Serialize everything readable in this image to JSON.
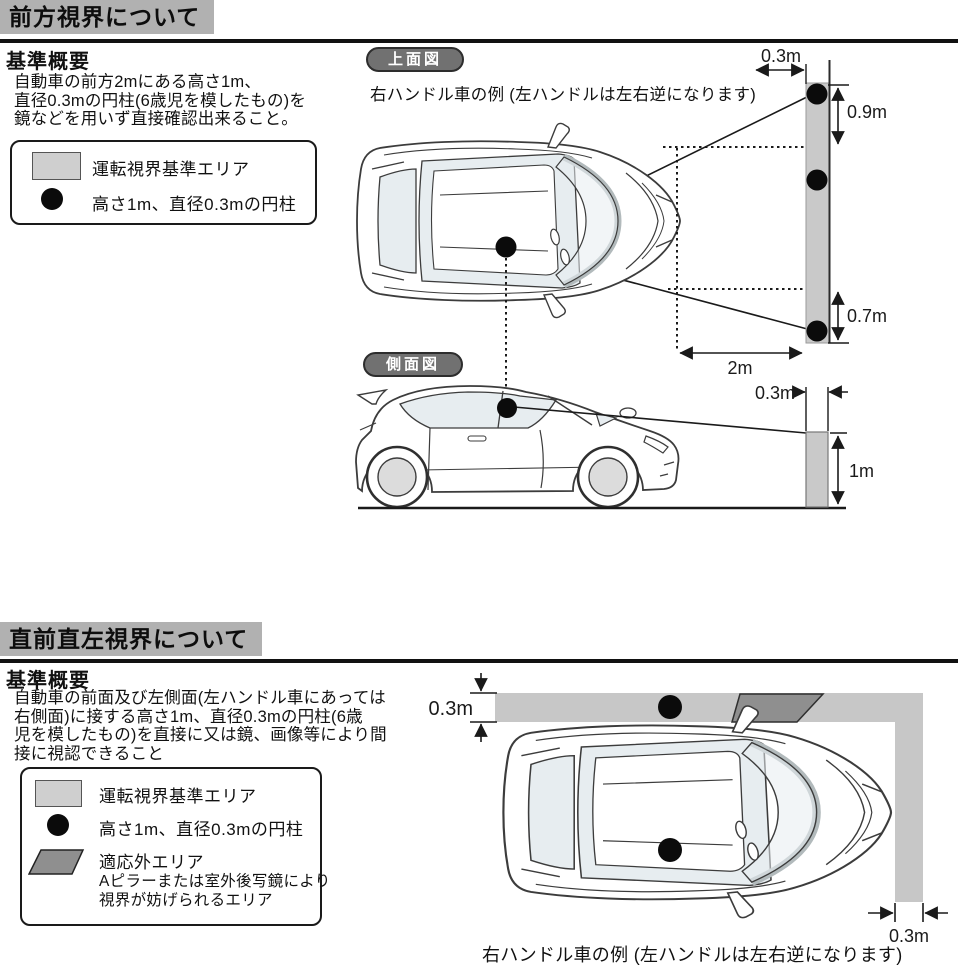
{
  "section1": {
    "title": "前方視界について",
    "subtitle": "基準概要",
    "description_lines": [
      "自動車の前方2mにある高さ1m、",
      "直径0.3mの円柱(6歳児を模したもの)を",
      "鏡などを用いず直接確認出来ること。"
    ],
    "legend": {
      "area_label": "運転視界基準エリア",
      "cylinder_label": "高さ1m、直径0.3mの円柱"
    },
    "top_view": {
      "badge": "上面図",
      "caption": "右ハンドル車の例 (左ハンドルは左右逆になります)",
      "dims": {
        "width": "0.3m",
        "upper": "0.9m",
        "lower": "0.7m",
        "distance": "2m"
      }
    },
    "side_view": {
      "badge": "側面図",
      "dims": {
        "width": "0.3m",
        "height": "1m"
      }
    }
  },
  "section2": {
    "title": "直前直左視界について",
    "subtitle": "基準概要",
    "description_lines": [
      "自動車の前面及び左側面(左ハンドル車にあっては",
      "右側面)に接する高さ1m、直径0.3mの円柱(6歳",
      "児を模したもの)を直接に又は鏡、画像等により間",
      "接に視認できること"
    ],
    "legend": {
      "area_label": "運転視界基準エリア",
      "cylinder_label": "高さ1m、直径0.3mの円柱",
      "excluded_label": "適応外エリア",
      "excluded_note_lines": [
        "Aピラーまたは室外後写鏡により",
        "視界が妨げられるエリア"
      ]
    },
    "top_view": {
      "caption": "右ハンドル車の例 (左ハンドルは左右逆になります)",
      "dims": {
        "side_band": "0.3m",
        "front_band": "0.3m"
      }
    }
  },
  "colors": {
    "header_bg": "#b1b1b1",
    "badge_bg": "#717171",
    "visibility_area_gray": "#c9c9c9",
    "excluded_area_gray": "#8f8f8f",
    "cylinder_black": "#0b0b0b",
    "line": "#1a1a1a"
  }
}
